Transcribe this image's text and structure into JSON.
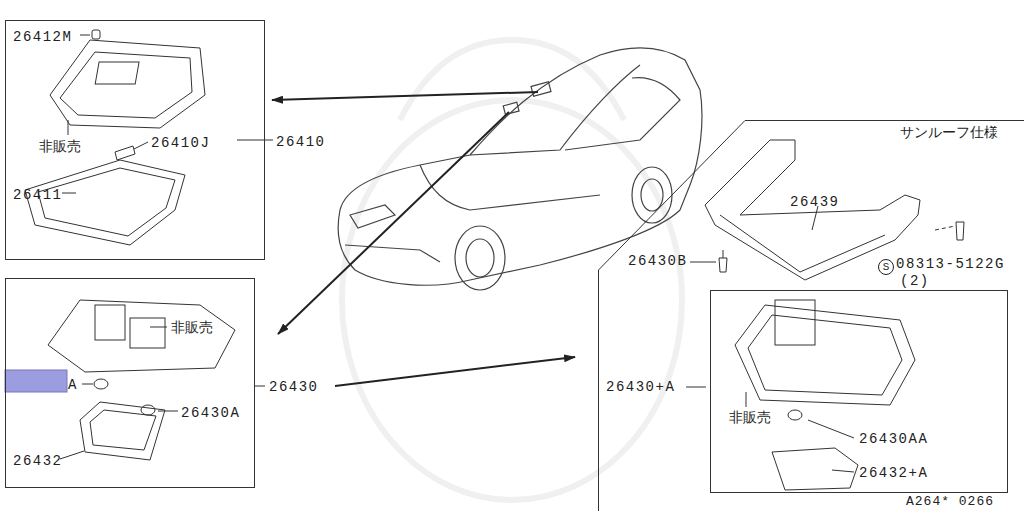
{
  "diagram": {
    "nodes": [
      {
        "text": [
          "26412M",
          "非販売",
          "26410J",
          "26410",
          "26411"
        ]
      },
      {
        "text": [
          "非販売",
          "A",
          "26430A",
          "26432",
          "26430"
        ]
      },
      {
        "text": [
          "サンルーフ仕様",
          "26439",
          "26430B",
          "S",
          "08313-5122G",
          "(2)"
        ]
      },
      {
        "text": [
          "26430+A",
          "非販売",
          "26430AA",
          "26432+A"
        ],
        "in": 2
      }
    ],
    "labels": [
      "A264* 0266"
    ]
  }
}
